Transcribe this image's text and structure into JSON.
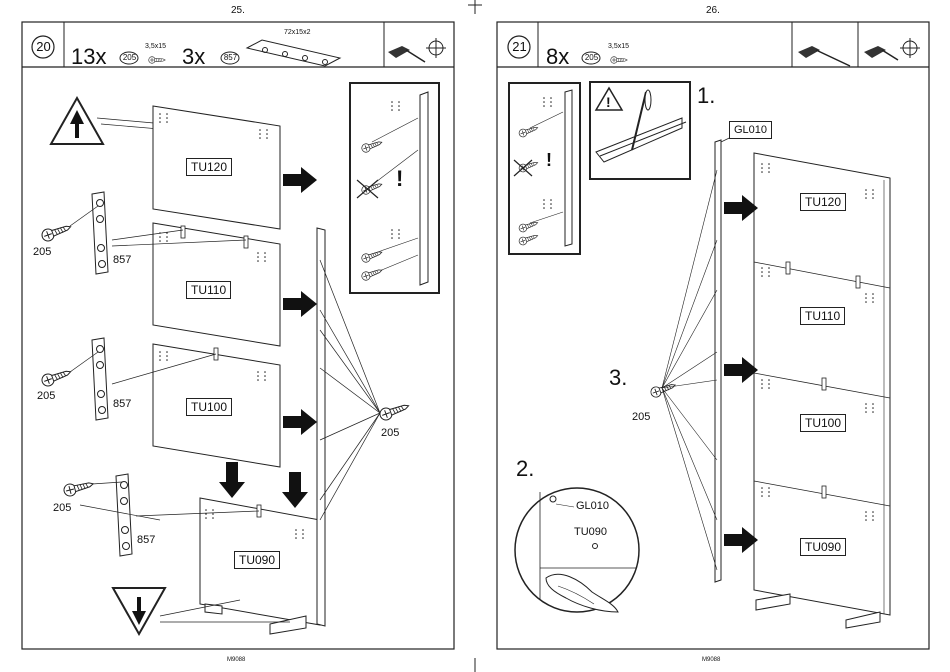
{
  "left_page": {
    "page_number": "25.",
    "footer_code": "M9088",
    "step_number": "20",
    "parts": [
      {
        "qty": "13x",
        "part_no": "205",
        "spec": "3,5x15"
      },
      {
        "qty": "3x",
        "part_no": "857",
        "spec": "72x15x2"
      }
    ],
    "labels": {
      "tu120": "TU120",
      "tu110": "TU110",
      "tu100": "TU100",
      "tu090": "TU090"
    },
    "callouts": {
      "screw_a": "205",
      "plate_a": "857",
      "screw_b": "205",
      "plate_b": "857",
      "screw_c": "205",
      "plate_c": "857",
      "screw_right": "205"
    }
  },
  "right_page": {
    "page_number": "26.",
    "footer_code": "M9088",
    "step_number": "21",
    "parts": [
      {
        "qty": "8x",
        "part_no": "205",
        "spec": "3,5x15"
      }
    ],
    "labels": {
      "gl010": "GL010",
      "gl010_detail": "GL010",
      "tu090_detail": "TU090",
      "tu120": "TU120",
      "tu110": "TU110",
      "tu100": "TU100",
      "tu090": "TU090"
    },
    "substeps": {
      "one": "1.",
      "two": "2.",
      "three": "3."
    },
    "callouts": {
      "screw": "205"
    }
  }
}
